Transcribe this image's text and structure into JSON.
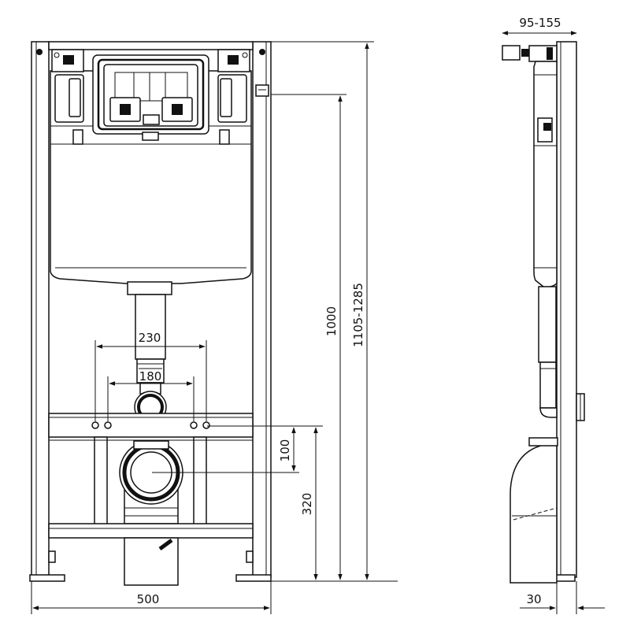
{
  "dimensions": {
    "side_depth": "95-155",
    "height_total": "1105-1285",
    "height_frame": "1000",
    "pipe_spacing_outer": "230",
    "pipe_spacing_inner": "180",
    "bolt_height": "100",
    "outlet_height": "320",
    "frame_width": "500",
    "wall_offset": "30"
  }
}
